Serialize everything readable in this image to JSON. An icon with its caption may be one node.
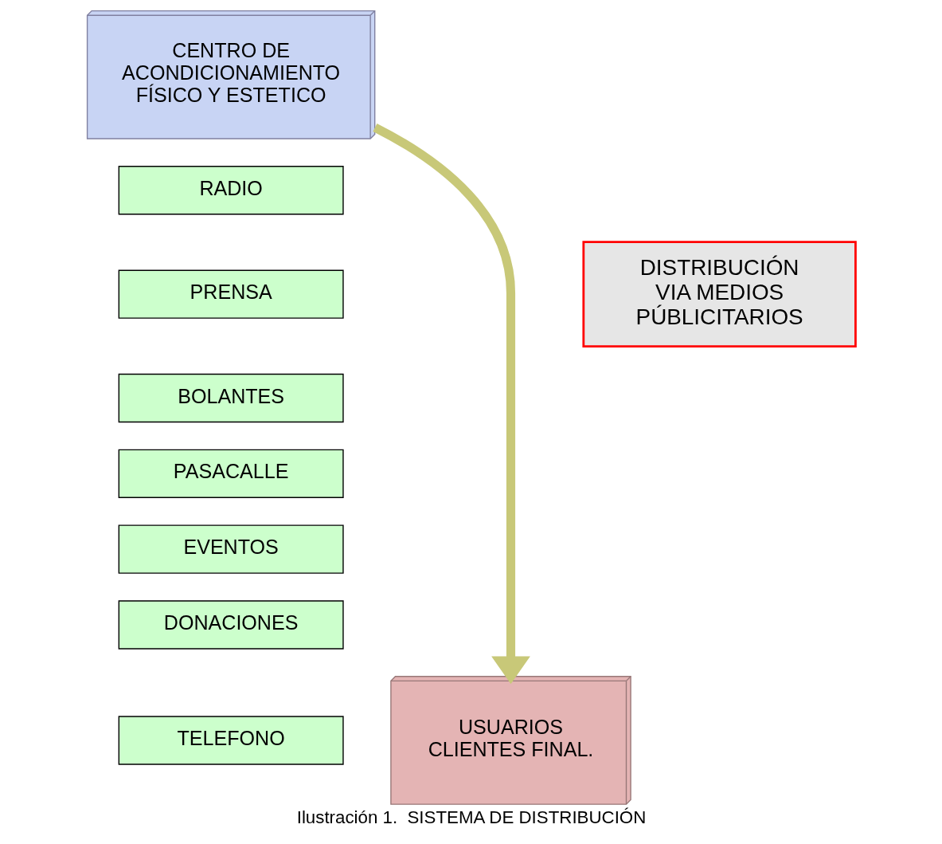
{
  "diagram": {
    "caption": "Ilustración 1.  SISTEMA DE DISTRIBUCIÓN",
    "nodes": [
      {
        "text": [
          "CENTRO DE ACONDICIONAMIENTO FÍSICO Y ESTETICO"
        ]
      },
      {
        "text": [
          "RADIO"
        ]
      },
      {
        "text": [
          "PRENSA"
        ]
      },
      {
        "text": [
          "BOLANTES"
        ]
      },
      {
        "text": [
          "PASACALLE"
        ]
      },
      {
        "text": [
          "EVENTOS"
        ]
      },
      {
        "text": [
          "DONACIONES"
        ]
      },
      {
        "text": [
          "TELEFONO"
        ]
      },
      {
        "text": [
          "DISTRIBUCIÓN VIA MEDIOS PÚBLICITARIOS"
        ]
      },
      {
        "text": [
          "USUARIOS CLIENTES FINAL."
        ]
      }
    ],
    "edges": [
      {
        "from": 0,
        "to": 9,
        "arrow": "to",
        "color": "#c8c878"
      }
    ]
  }
}
